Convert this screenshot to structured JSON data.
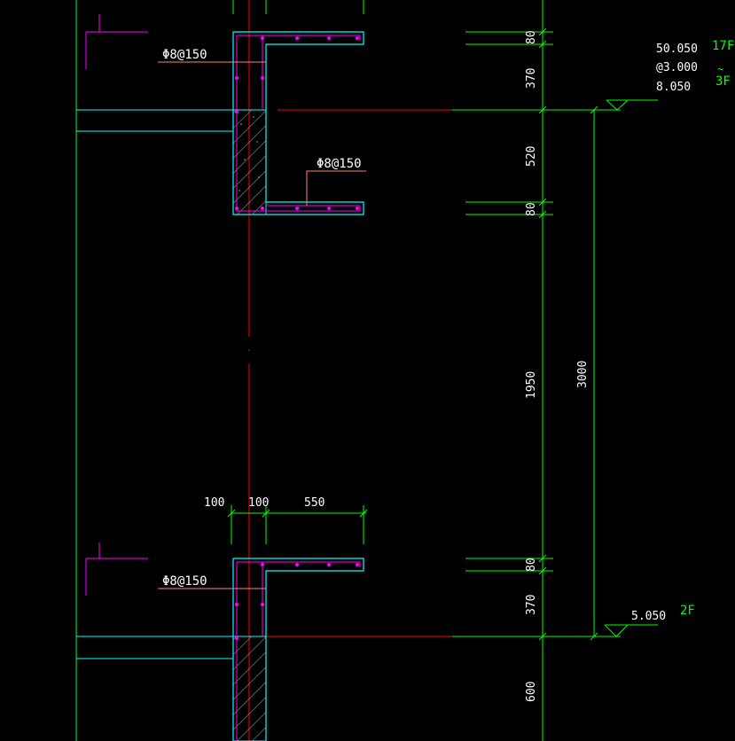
{
  "colors": {
    "background": "#000000",
    "dimension": "#00ff00",
    "wall": "#00ffff",
    "axis": "#ff0000",
    "rebar": "#ff00ff",
    "text": "#ffffff",
    "hatch": "#ffffff"
  },
  "drawing": {
    "top_detail": {
      "rebar_label_1": "Φ8@150",
      "rebar_label_2": "Φ8@150"
    },
    "bottom_detail": {
      "rebar_label_1": "Φ8@150"
    },
    "vertical_dims": {
      "d1": "80",
      "d2": "370",
      "d3": "520",
      "d4": "80",
      "d5": "1950",
      "d6": "80",
      "d7": "370",
      "d8": "600",
      "total": "3000"
    },
    "horizontal_dims": {
      "h1": "100",
      "h2": "100",
      "h3": "550"
    },
    "levels": {
      "upper_elev_1": "50.050",
      "upper_elev_2": "@3.000",
      "upper_elev_3": "8.050",
      "upper_floor_top": "17F",
      "upper_floor_tilde": "~",
      "upper_floor_bottom": "3F",
      "lower_elev": "5.050",
      "lower_floor": "2F"
    }
  }
}
